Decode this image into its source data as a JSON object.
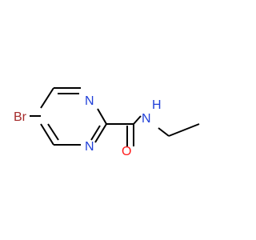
{
  "molecule": {
    "atoms": [
      {
        "label": "Br",
        "color": "#a52a2a"
      },
      {
        "label": "N",
        "color": "#1f3fd8"
      },
      {
        "label": "N",
        "color": "#1f3fd8"
      },
      {
        "label": "O",
        "color": "#ff1a1a"
      },
      {
        "label": "N",
        "color": "#1f3fd8"
      },
      {
        "label": "H",
        "color": "#1f3fd8"
      }
    ],
    "bond_color": "#000000"
  }
}
